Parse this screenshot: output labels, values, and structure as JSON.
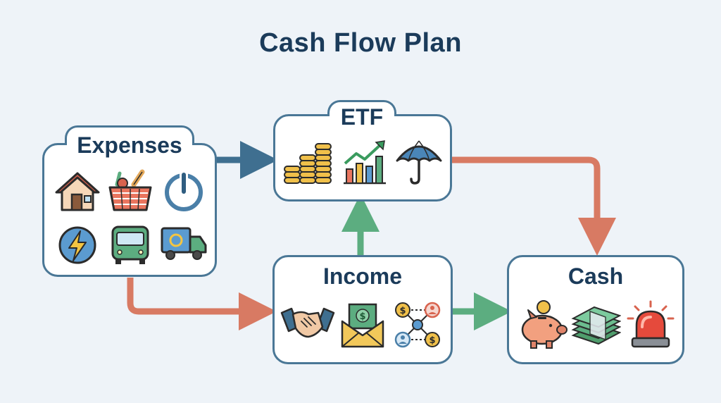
{
  "title": "Cash Flow Plan",
  "nodes": {
    "expenses": {
      "label": "Expenses",
      "icons": [
        "house-icon",
        "grocery-basket-icon",
        "power-button-icon",
        "lightning-bolt-icon",
        "bus-icon",
        "delivery-truck-icon"
      ]
    },
    "etf": {
      "label": "ETF",
      "icons": [
        "coin-stacks-icon",
        "growth-chart-icon",
        "umbrella-icon"
      ]
    },
    "income": {
      "label": "Income",
      "icons": [
        "handshake-icon",
        "money-envelope-icon",
        "dollar-network-icon"
      ]
    },
    "cash": {
      "label": "Cash",
      "icons": [
        "piggy-bank-icon",
        "banknote-stack-icon",
        "emergency-siren-icon"
      ]
    }
  },
  "edges": [
    {
      "from": "expenses",
      "to": "etf",
      "color": "#3f6f90"
    },
    {
      "from": "expenses",
      "to": "income",
      "color": "#d87a63"
    },
    {
      "from": "income",
      "to": "etf",
      "color": "#5cad80"
    },
    {
      "from": "etf",
      "to": "cash",
      "color": "#d87a63"
    },
    {
      "from": "income",
      "to": "cash",
      "color": "#5cad80"
    }
  ],
  "colors": {
    "box_border": "#4a7796",
    "title": "#1b3b5a",
    "arrow_blue": "#3f6f90",
    "arrow_orange": "#d87a63",
    "arrow_green": "#5cad80"
  }
}
